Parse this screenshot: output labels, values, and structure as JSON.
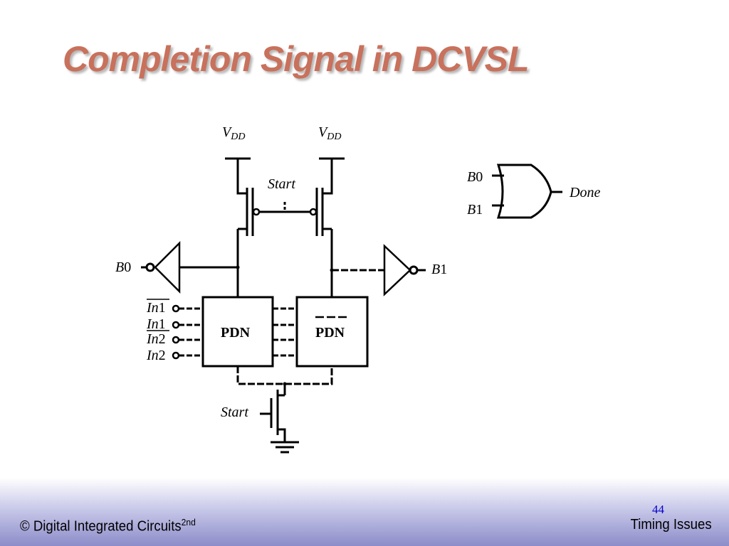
{
  "slide": {
    "title": "Completion Signal in DCVSL",
    "page_number": "44",
    "footer_left": "© Digital Integrated Circuits",
    "footer_left_sup": "2nd",
    "footer_right": "Timing Issues"
  },
  "diagram": {
    "vdd_left": "V",
    "vdd_left_sub": "DD",
    "vdd_right": "V",
    "vdd_right_sub": "DD",
    "start_top": "Start",
    "start_bottom": "Start",
    "pdn_left": "PDN",
    "pdn_right": "PDN",
    "b0_left_var": "B",
    "b0_left_num": "0",
    "b1_right_var": "B",
    "b1_right_num": "1",
    "inputs": [
      {
        "var": "In",
        "num": "1"
      },
      {
        "var": "In",
        "num": "1"
      },
      {
        "var": "In",
        "num": "2"
      },
      {
        "var": "In",
        "num": "2"
      }
    ],
    "or_gate": {
      "in0_var": "B",
      "in0_num": "0",
      "in1_var": "B",
      "in1_num": "1",
      "output": "Done"
    }
  },
  "colors": {
    "title": "#c8715c",
    "page_number": "#0000cc",
    "footer_band": "#8c8cc9"
  }
}
